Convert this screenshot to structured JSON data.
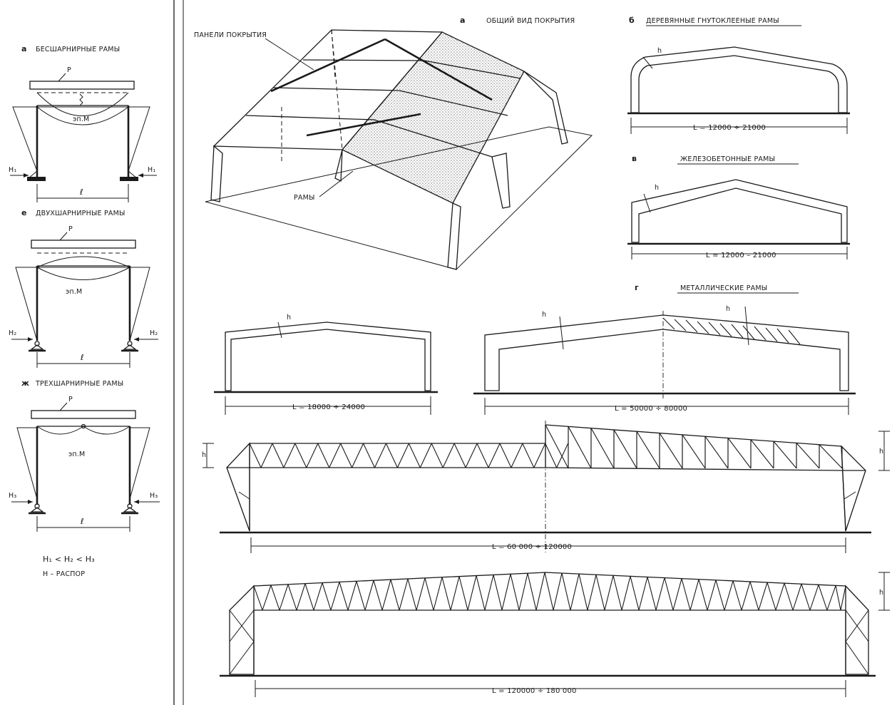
{
  "left_panel": {
    "title_a": {
      "letter": "а",
      "text": "БЕСШАРНИРНЫЕ РАМЫ"
    },
    "title_e": {
      "letter": "е",
      "text": "ДВУХШАРНИРНЫЕ РАМЫ"
    },
    "title_zh": {
      "letter": "ж",
      "text": "ТРЕХШАРНИРНЫЕ РАМЫ"
    },
    "load_label": "P",
    "moment_label": "эп.М",
    "span_label": "ℓ",
    "force_h1": "H₁",
    "force_h2": "H₂",
    "force_h3": "H₃",
    "inequality": "H₁ < H₂ < H₃",
    "legend": "H –   РАСПОР"
  },
  "overview": {
    "letter": "а",
    "title": "ОБЩИЙ ВИД ПОКРЫТИЯ",
    "label_panels": "ПАНЕЛИ ПОКРЫТИЯ",
    "label_frames": "РАМЫ"
  },
  "wood_frame": {
    "letter": "б",
    "title": "ДЕРЕВЯННЫЕ ГНУТОКЛЕЕНЫЕ РАМЫ",
    "h_label": "h",
    "span": "L = 12000 ÷ 21000"
  },
  "rc_frame": {
    "letter": "в",
    "title": "ЖЕЛЕЗОБЕТОННЫЕ РАМЫ",
    "h_label": "h",
    "span": "L = 12000 – 21000"
  },
  "steel_frames": {
    "letter": "г",
    "title": "МЕТАЛЛИЧЕСКИЕ РАМЫ",
    "h_label": "h",
    "span_1": "L = 18000 ÷ 24000",
    "span_2": "L = 50000 ÷ 80000",
    "span_3": "L = 60 000 ÷ 120000",
    "span_4": "L = 120000 ÷ 180 000"
  }
}
